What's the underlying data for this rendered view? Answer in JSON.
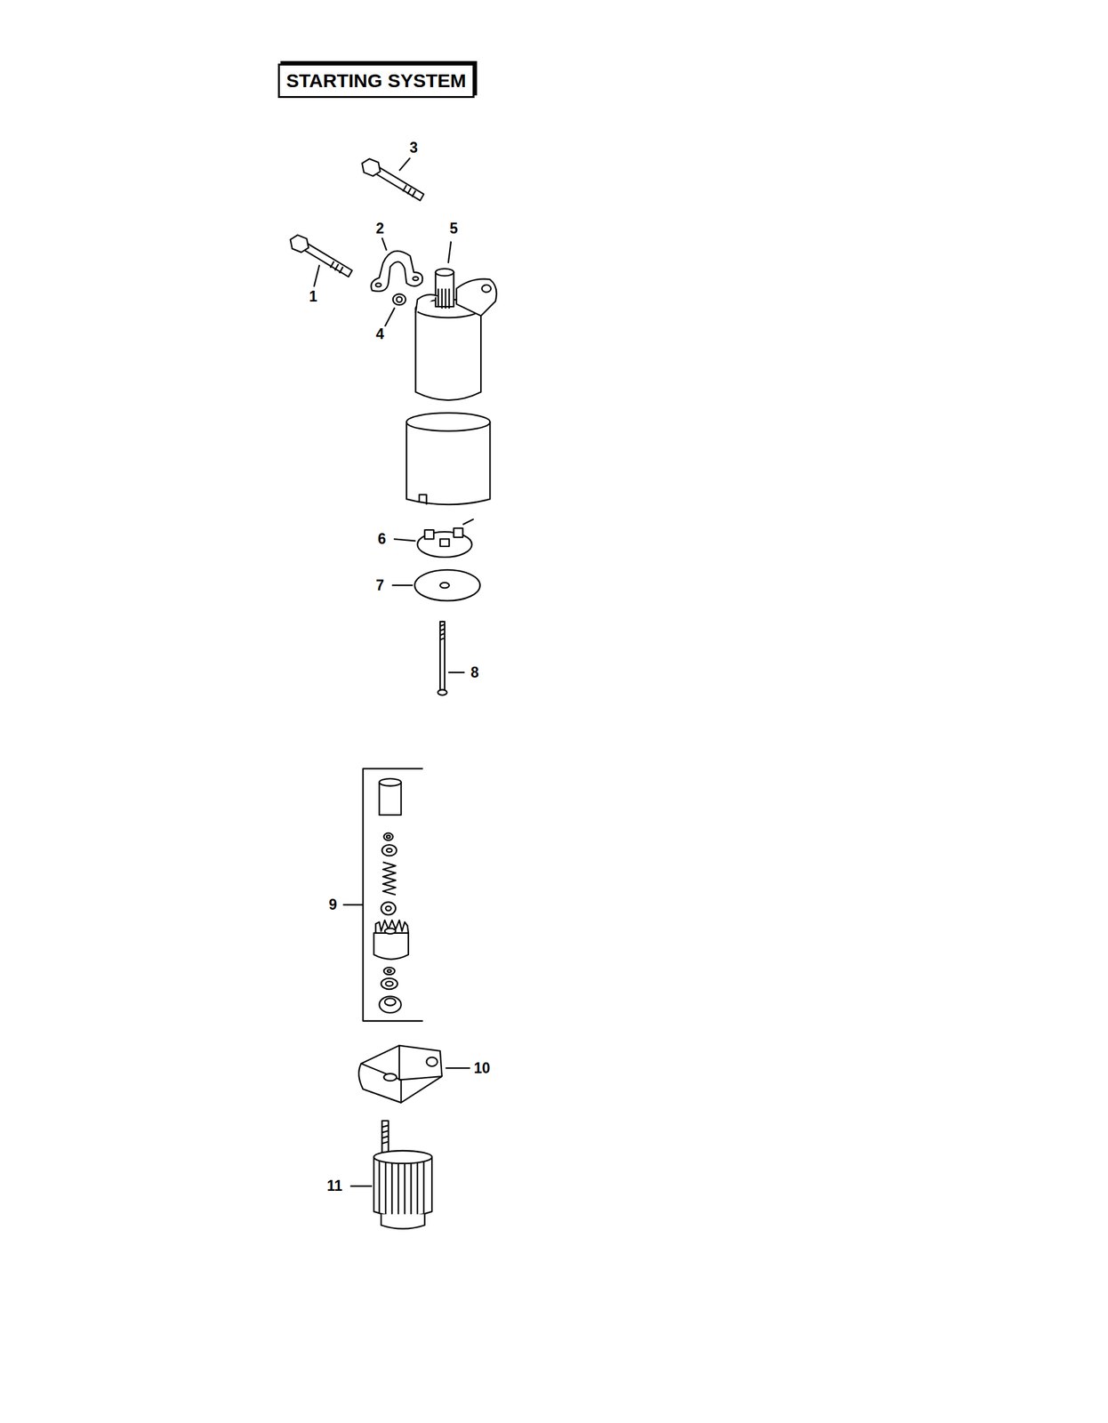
{
  "diagram": {
    "title": "STARTING SYSTEM",
    "labels": [
      "3",
      "2",
      "5",
      "1",
      "4",
      "6",
      "7",
      "8",
      "9",
      "10",
      "11"
    ]
  }
}
